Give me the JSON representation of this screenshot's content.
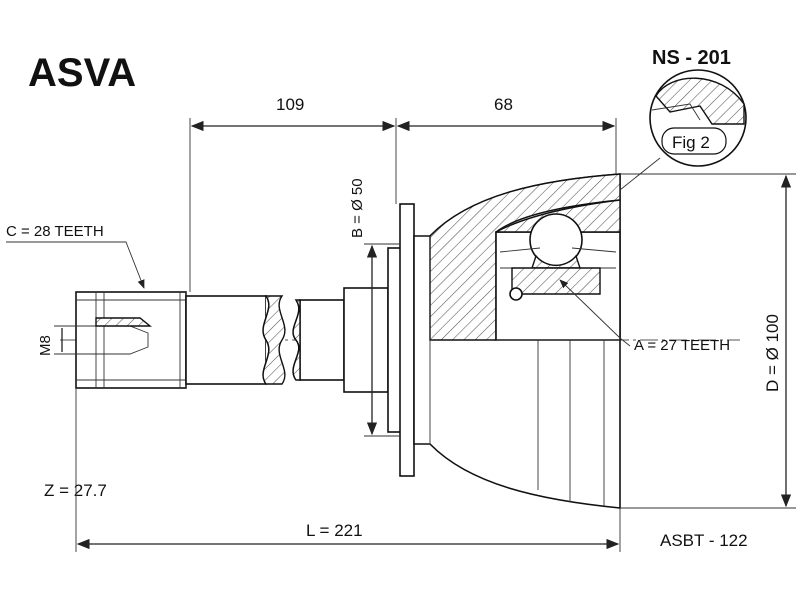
{
  "brand": "ASVA",
  "part_number": "NS - 201",
  "fig_label": "Fig 2",
  "dimensions": {
    "shaft_length": "109",
    "housing_length": "68",
    "b_diameter": "B = Ø 50",
    "c_teeth": "C = 28 TEETH",
    "m_thread": "M8",
    "a_teeth": "A = 27 TEETH",
    "d_diameter": "D = Ø 100",
    "z_value": "Z = 27.7",
    "total_length": "L = 221"
  },
  "reference_code": "ASBT - 122",
  "colors": {
    "line": "#222222",
    "hatch": "#555555",
    "background": "#ffffff"
  }
}
